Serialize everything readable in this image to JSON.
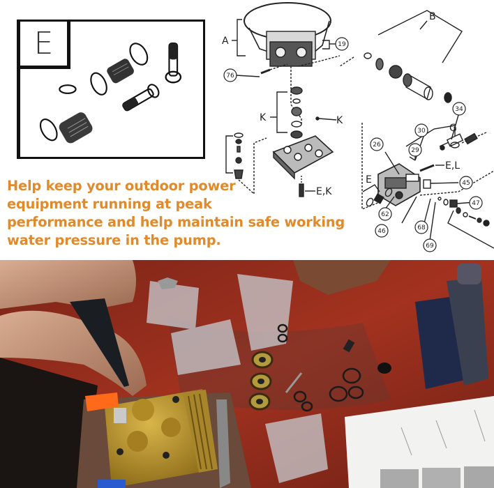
{
  "kit": {
    "label": "E",
    "parts": [
      "o-ring-small",
      "o-ring",
      "o-ring",
      "check-valve",
      "check-valve",
      "o-ring",
      "bolt",
      "bolt"
    ]
  },
  "diagram": {
    "letters": {
      "a": "A",
      "b": "B",
      "g": "G",
      "k1": "K",
      "k2": "K",
      "e": "E",
      "el": "E,L",
      "ek": "E,K"
    },
    "callouts": [
      "19",
      "76",
      "34",
      "30",
      "29",
      "26",
      "45",
      "47",
      "62",
      "46",
      "68",
      "69"
    ]
  },
  "headline": {
    "lines": [
      "Help keep your outdoor power",
      "equipment running at peak",
      "performance and help maintain safe working",
      "water pressure in the pump."
    ],
    "color": "#e08a2c"
  },
  "photo": {
    "description": "Hands using a screwdriver on a brass pressure washer pump on a red workbench with seal kit parts, plastic bags, o-rings and an instruction sheet",
    "colors": {
      "bench": "#9a2c1c",
      "brass": "#b8932a",
      "skin": "#c9967a",
      "handle": "#ff6a1a"
    }
  }
}
